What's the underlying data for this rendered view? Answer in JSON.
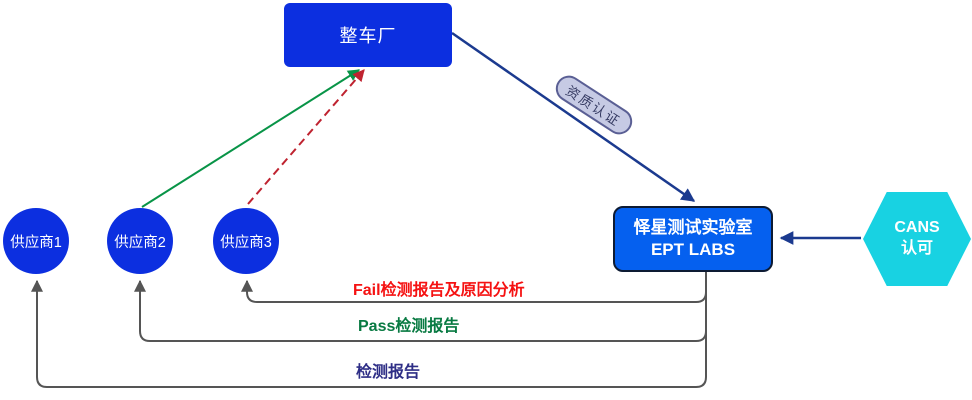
{
  "diagram": {
    "nodes": {
      "oem": {
        "label": "整车厂"
      },
      "supplier1": {
        "label": "供应商1"
      },
      "supplier2": {
        "label": "供应商2"
      },
      "supplier3": {
        "label": "供应商3"
      },
      "lab": {
        "line1": "怿星测试实验室",
        "line2": "EPT LABS"
      },
      "cans": {
        "line1": "CANS",
        "line2": "认可"
      }
    },
    "edges": {
      "qualification": {
        "label": "资质认证",
        "from": "整车厂",
        "to": "怿星测试实验室 EPT LABS",
        "style": "solid-navy-arrow"
      },
      "cans_accreditation": {
        "from": "CANS 认可",
        "to": "怿星测试实验室 EPT LABS",
        "style": "solid-navy-arrow"
      },
      "supplier2_to_oem": {
        "from": "供应商2",
        "to": "整车厂",
        "style": "solid-green-arrow"
      },
      "supplier3_to_oem": {
        "from": "供应商3",
        "to": "整车厂",
        "style": "dashed-red-arrow"
      },
      "fail_report": {
        "label": "Fail检测报告及原因分析",
        "from": "怿星测试实验室 EPT LABS",
        "to": "供应商3",
        "style": "gray-orthogonal-arrow"
      },
      "pass_report": {
        "label": "Pass检测报告",
        "from": "怿星测试实验室 EPT LABS",
        "to": "供应商2",
        "style": "gray-orthogonal-arrow"
      },
      "report": {
        "label": "检测报告",
        "from": "怿星测试实验室 EPT LABS",
        "to": "供应商1",
        "style": "gray-orthogonal-arrow"
      }
    },
    "colors": {
      "node_blue": "#0c2fe0",
      "lab_blue": "#0560ef",
      "lab_border": "#0d1b33",
      "hexagon_cyan": "#18d2e2",
      "arrow_navy": "#1b3a8f",
      "arrow_green": "#089447",
      "arrow_red": "#bf2330",
      "label_red": "#f51212",
      "label_green": "#087a42",
      "label_navy": "#2e2e86",
      "feedback_gray": "#555555",
      "pill_fill": "#c6cae4",
      "pill_border": "#5a5f94",
      "pill_text": "#363b63"
    }
  }
}
